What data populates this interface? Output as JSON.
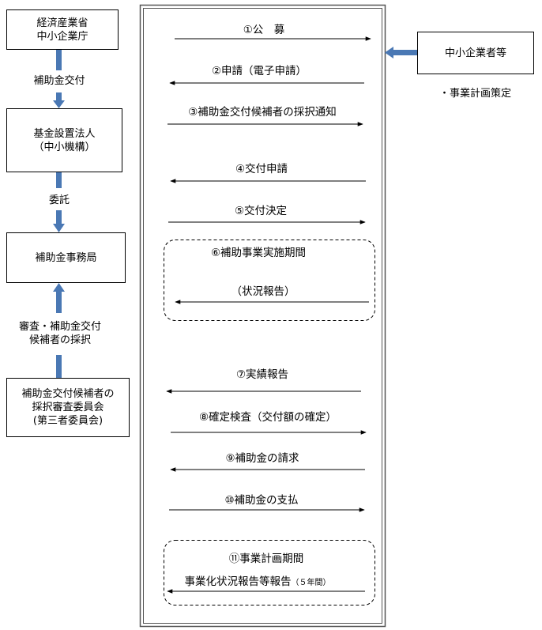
{
  "left": {
    "meti": [
      "経済産業省",
      "中小企業庁"
    ],
    "subsidy_grant": "補助金交付",
    "fund_corp": [
      "基金設置法人",
      "（中小機構）"
    ],
    "entrust": "委託",
    "secretariat": "補助金事務局",
    "review": [
      "審査・補助金交付",
      "候補者の採択"
    ],
    "committee": [
      "補助金交付候補者の",
      "採択審査委員会",
      "(第三者委員会)"
    ]
  },
  "right": {
    "sme": "中小企業者等",
    "plan": "・事業計画策定"
  },
  "flows": {
    "s1": "①公　募",
    "s2": "②申請（電子申請）",
    "s3": "③補助金交付候補者の採択通知",
    "s4": "④交付申請",
    "s5": "⑤交付決定",
    "s6_title": "⑥補助事業実施期間",
    "s6_sub": "（状況報告）",
    "s7": "⑦実績報告",
    "s8": "⑧確定検査（交付額の確定）",
    "s9": "⑨補助金の請求",
    "s10": "⑩補助金の支払",
    "s11_title": "⑪事業計画期間",
    "s11_sub": "事業化状況報告等報告",
    "s11_period": "（５年間）"
  },
  "colors": {
    "connector": "#4a78b4",
    "line": "#000000",
    "panel_border": "#555555"
  }
}
